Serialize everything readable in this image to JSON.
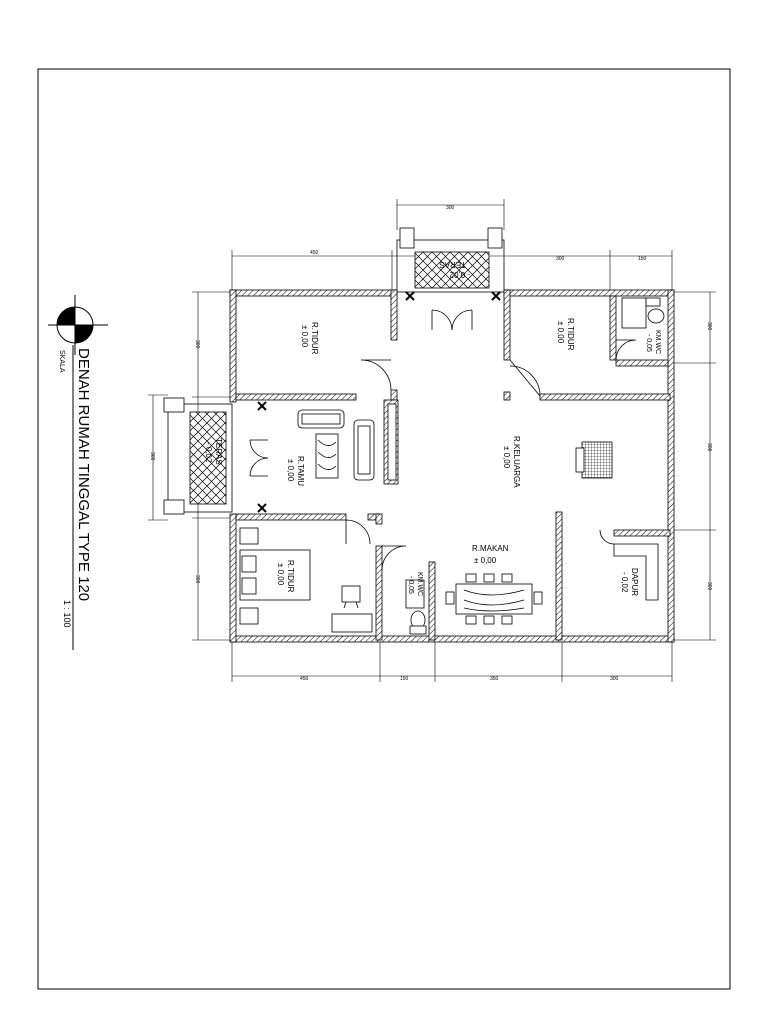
{
  "title_block": {
    "title": "DENAH RUMAH TINGGAL TYPE 120",
    "skala_label": "SKALA",
    "scale": "1 : 100"
  },
  "rooms": {
    "tidur_1": {
      "name": "R.TIDUR",
      "level": "± 0,00"
    },
    "tidur_2": {
      "name": "R.TIDUR",
      "level": "± 0,00"
    },
    "tidur_3": {
      "name": "R.TIDUR",
      "level": "± 0,00"
    },
    "tamu": {
      "name": "R.TAMU",
      "level": "± 0,00"
    },
    "keluarga": {
      "name": "R.KELUARGA",
      "level": "± 0,00"
    },
    "makan": {
      "name": "R.MAKAN",
      "level": "± 0,00"
    },
    "dapur": {
      "name": "DAPUR",
      "level": "- 0,02"
    },
    "kmwc_1": {
      "name": "KM.WC",
      "level": "- 0,05"
    },
    "kmwc_2": {
      "name": "KM.WC",
      "level": "- 0,05"
    },
    "teras_1": {
      "name": "TERAS",
      "level": "- 0,02"
    },
    "teras_2": {
      "name": "TERAS",
      "level": "- 0,02"
    }
  },
  "dimensions": {
    "top": [
      "450",
      "300",
      "150"
    ],
    "top_porch": "300",
    "bottom": [
      "450",
      "150",
      "350",
      "300"
    ],
    "left": [
      "300",
      "300",
      "300"
    ],
    "left_porch": "300",
    "right": [
      "300",
      "300",
      "300"
    ]
  },
  "colors": {
    "line": "#000000",
    "hatch": "#000000",
    "paper": "#ffffff"
  }
}
